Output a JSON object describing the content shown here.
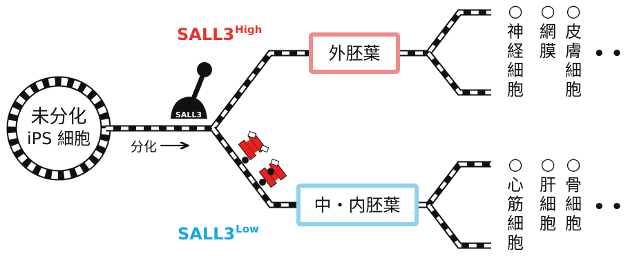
{
  "start_node": {
    "line1": "未分化",
    "line2": "iPS 細胞"
  },
  "differentiation_label": "分化",
  "arrow_glyph": "→",
  "lever_label": "SALL3",
  "branch_high": {
    "marker_base": "SALL3",
    "marker_sup": "High",
    "color": "#e8332c",
    "box_label": "外胚葉",
    "box_border_color": "#f08a8c",
    "outputs": [
      {
        "bullet": "○",
        "chars": [
          "神",
          "経",
          "細",
          "胞"
        ]
      },
      {
        "bullet": "○",
        "chars": [
          "網",
          "膜"
        ]
      },
      {
        "bullet": "○",
        "chars": [
          "皮",
          "膚",
          "細",
          "胞"
        ]
      }
    ],
    "more": "• • •"
  },
  "branch_low": {
    "marker_base": "SALL3",
    "marker_sup": "Low",
    "color": "#1aa6df",
    "box_label": "中・内胚葉",
    "box_border_color": "#8fd1ef",
    "outputs": [
      {
        "bullet": "○",
        "chars": [
          "心",
          "筋",
          "細",
          "胞"
        ]
      },
      {
        "bullet": "○",
        "chars": [
          "肝",
          "細",
          "胞"
        ]
      },
      {
        "bullet": "○",
        "chars": [
          "骨",
          "細",
          "胞"
        ]
      }
    ],
    "more": "• • •"
  },
  "colors": {
    "track_dark": "#111111",
    "train": "#e8231f"
  }
}
